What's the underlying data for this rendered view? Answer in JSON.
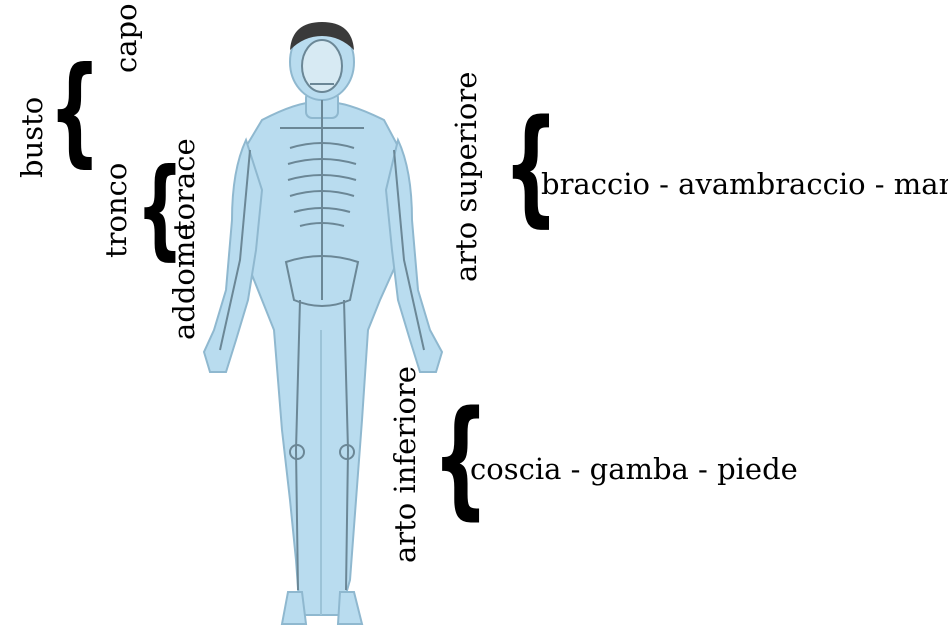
{
  "labels": {
    "capo": "capo",
    "busto": "busto",
    "torace": "torace",
    "tronco": "tronco",
    "addome": "addome",
    "arto_superiore": "arto superiore",
    "arm_parts": "braccio - avambraccio - mano",
    "arto_inferiore": "arto inferiore",
    "leg_parts": "coscia - gamba - piede"
  },
  "colors": {
    "body_fill": "#b9dcef",
    "body_stroke": "#8fb8cf",
    "skeleton": "#6b8796",
    "hair": "#3a3a3a"
  }
}
